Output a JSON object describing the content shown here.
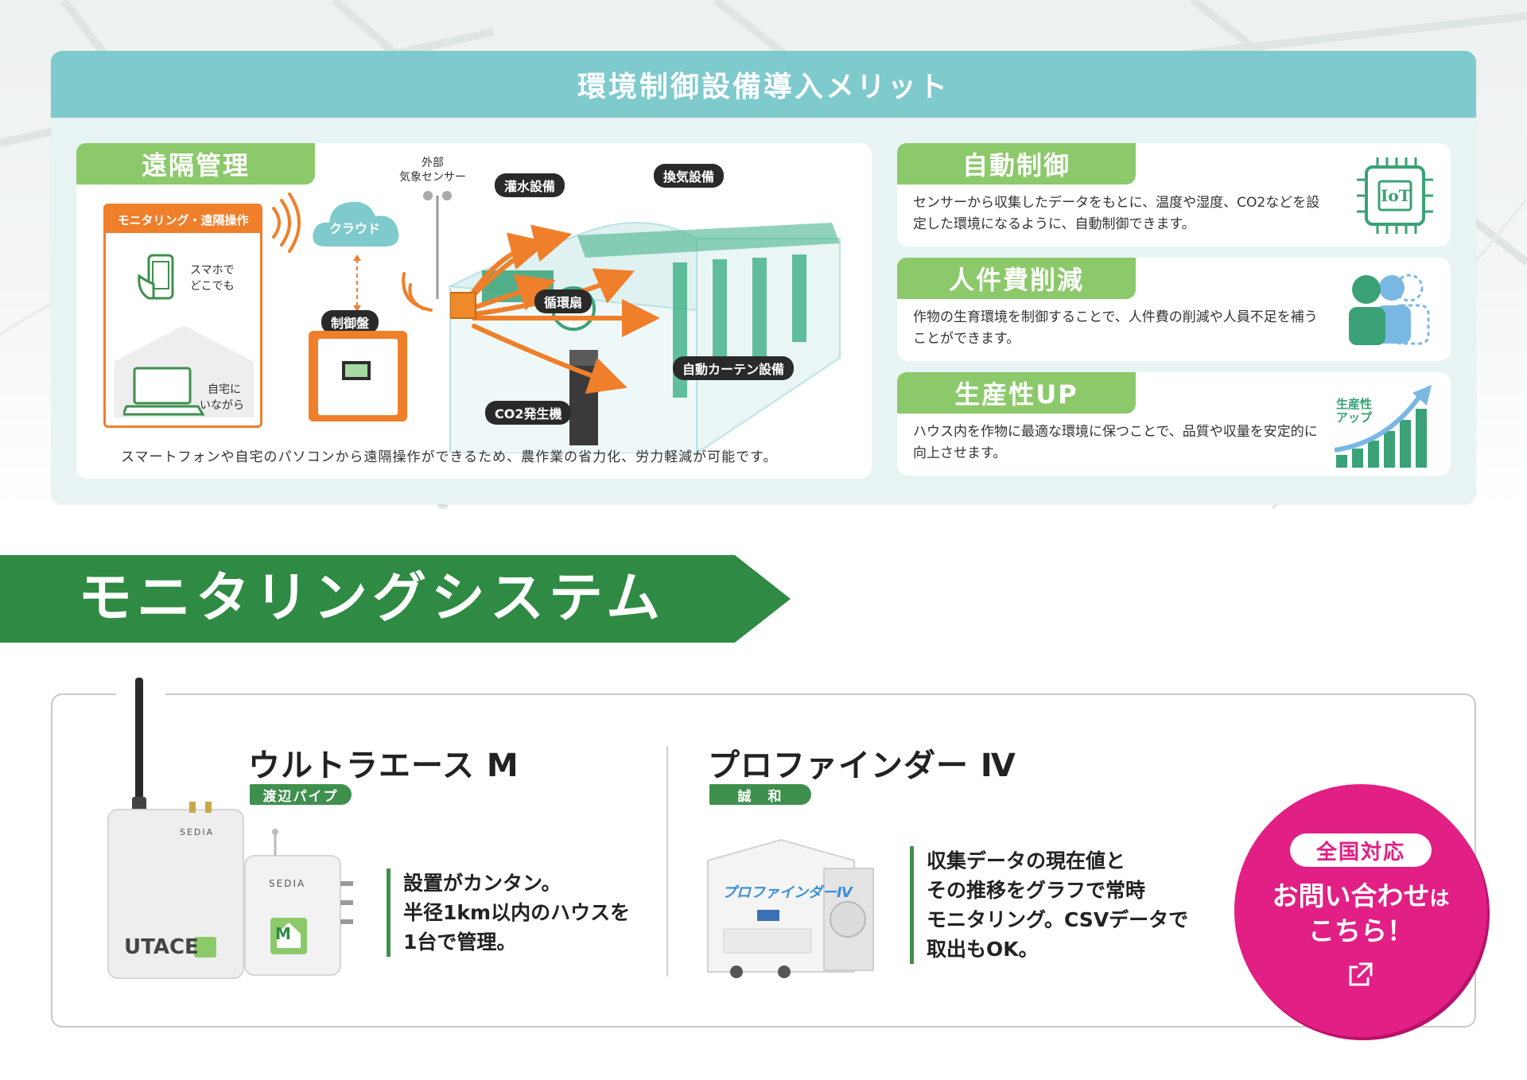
{
  "merit": {
    "title": "環境制御設備導入メリット",
    "remote": {
      "title": "遠隔管理",
      "monitor_box_title": "モニタリング・遠隔操作",
      "smartphone_line1": "スマホで",
      "smartphone_line2": "どこでも",
      "home_line1": "自宅に",
      "home_line2": "いながら",
      "cloud": "クラウド",
      "control_panel": "制御盤",
      "external_sensor_line1": "外部",
      "external_sensor_line2": "気象センサー",
      "irrigation": "灌水設備",
      "ventilation": "換気設備",
      "circulation_fan": "循環扇",
      "auto_curtain": "自動カーテン設備",
      "co2_generator": "CO2発生機",
      "caption": "スマートフォンや自宅のパソコンから遠隔操作ができるため、農作業の省力化、労力軽減が可能です。"
    },
    "auto_control": {
      "title": "自動制御",
      "text": "センサーから収集したデータをもとに、温度や湿度、CO2などを設定した環境になるように、自動制御できます。",
      "icon_label": "IoT"
    },
    "labor_cost": {
      "title": "人件費削減",
      "text": "作物の生育環境を制御することで、人件費の削減や人員不足を補うことができます。"
    },
    "productivity": {
      "title": "生産性UP",
      "text": "ハウス内を作物に最適な環境に保つことで、品質や収量を安定的に向上させます。",
      "icon_label_line1": "生産性",
      "icon_label_line2": "アップ"
    }
  },
  "monitoring": {
    "banner_title": "モニタリングシステム",
    "product1": {
      "name": "ウルトラエース M",
      "maker": "渡辺パイプ",
      "desc_line1": "設置がカンタン。",
      "desc_line2": "半径1km以内のハウスを",
      "desc_line3": "1台で管理。",
      "device_brand": "SEDIA",
      "device_logo": "UTACE",
      "device_mark": "M"
    },
    "product2": {
      "name": "プロファインダー Ⅳ",
      "maker": "誠　和",
      "desc_line1": "収集データの現在値と",
      "desc_line2": "その推移をグラフで常時",
      "desc_line3": "モニタリング。CSVデータで",
      "desc_line4": "取出もOK。",
      "device_label": "プロファインダーⅣ"
    },
    "contact": {
      "badge": "全国対応",
      "line1_main": "お問い合わせ",
      "line1_small": "は",
      "line2": "こちら！"
    }
  },
  "colors": {
    "teal": "#7ecacd",
    "light_green": "#8cc96a",
    "dark_green": "#3f8f4d",
    "orange": "#ef7f2a",
    "pink": "#e21f84"
  }
}
